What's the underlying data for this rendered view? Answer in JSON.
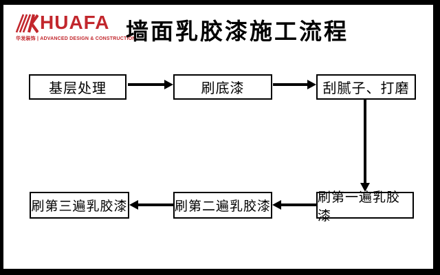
{
  "logo": {
    "brand": "HUAFA",
    "tagline": "华发装饰 | ADVANCED DESIGN & CONSTRUCTION",
    "icon": "huafa-k-icon",
    "brand_color": "#C2272D"
  },
  "slide": {
    "title": "墙面乳胶漆施工流程"
  },
  "flowchart": {
    "nodes": [
      {
        "step": 1,
        "label": "基层处理"
      },
      {
        "step": 2,
        "label": "刷底漆"
      },
      {
        "step": 3,
        "label": "刮腻子、打磨"
      },
      {
        "step": 4,
        "label": "刷第一遍乳胶漆"
      },
      {
        "step": 5,
        "label": "刷第二遍乳胶漆"
      },
      {
        "step": 6,
        "label": "刷第三遍乳胶漆"
      }
    ],
    "edges": [
      {
        "from": 1,
        "to": 2,
        "direction": "right"
      },
      {
        "from": 2,
        "to": 3,
        "direction": "right"
      },
      {
        "from": 3,
        "to": 4,
        "direction": "down"
      },
      {
        "from": 4,
        "to": 5,
        "direction": "left"
      },
      {
        "from": 5,
        "to": 6,
        "direction": "left"
      }
    ]
  },
  "colors": {
    "frame": "#000000",
    "background": "#FFFFFF",
    "box_border": "#000000",
    "text": "#000000",
    "accent_red": "#C2272D"
  }
}
